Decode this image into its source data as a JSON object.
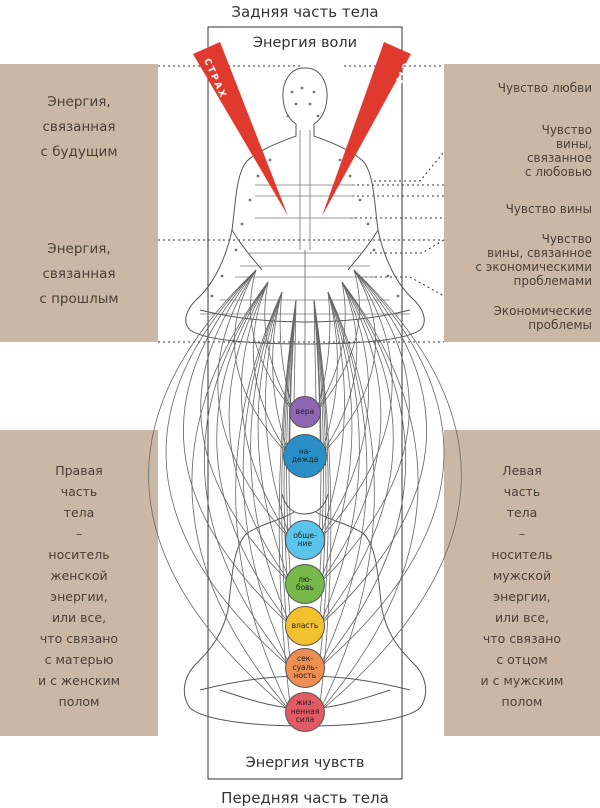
{
  "title_top": "Задняя часть тела",
  "title_bottom": "Передняя часть тела",
  "box_top_label": "Энергия воли",
  "box_bottom_label": "Энергия чувств",
  "fear_label": "СТРАХ",
  "left_upper_panel": {
    "block1": "Энергия,\nсвязанная\nс будущим",
    "block2": "Энергия,\nсвязанная\nс прошлым"
  },
  "right_upper_labels": [
    "Чувство любви",
    "Чувство\nвины,\nсвязанное\nс любовью",
    "Чувство вины",
    "Чувство\nвины, связанное\nс экономическими\nпроблемами",
    "Экономические\nпроблемы"
  ],
  "left_lower_panel": "Правая\nчасть\nтела\n–\nноситель\nженской\nэнергии,\nили все,\nчто связано\nс матерью\nи с женским\nполом",
  "right_lower_panel": "Левая\nчасть\nтела\n–\nноситель\nмужской\nэнергии,\nили все,\nчто связано\nс отцом\nи с мужским\nполом",
  "chakras": [
    {
      "label": "вера",
      "color": "#8e67b2"
    },
    {
      "label": "на-\nдежда",
      "color": "#2a8fc7"
    },
    {
      "label": "обще-\nние",
      "color": "#5bc4ea"
    },
    {
      "label": "лю-\nбовь",
      "color": "#76b84a"
    },
    {
      "label": "власть",
      "color": "#f2c12e"
    },
    {
      "label": "сек-\nсуаль-\nность",
      "color": "#ef8e52"
    },
    {
      "label": "жиз-\nненная\nсила",
      "color": "#e25a66"
    }
  ],
  "colors": {
    "panel": "#cbb7a6",
    "fear": "#e03a2f",
    "outline": "#444444"
  }
}
